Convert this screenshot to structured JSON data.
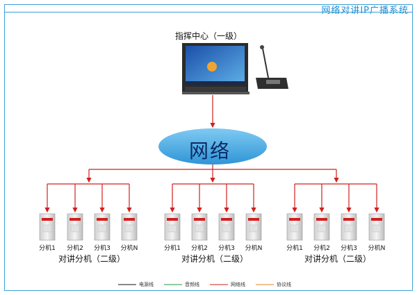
{
  "header": {
    "logo_main": "",
    "logo_sub": "",
    "system_title": "网络对讲IP广播系统"
  },
  "command_center": {
    "label": "指挥中心（一级）"
  },
  "network": {
    "label": "网络"
  },
  "groups": [
    {
      "label": "对讲分机（二级）",
      "units": [
        "分机1",
        "分机2",
        "分机3",
        "分机N"
      ]
    },
    {
      "label": "对讲分机（二级）",
      "units": [
        "分机1",
        "分机2",
        "分机3",
        "分机N"
      ]
    },
    {
      "label": "对讲分机（二级）",
      "units": [
        "分机1",
        "分机2",
        "分机3",
        "分机N"
      ]
    }
  ],
  "legend": [
    {
      "label": "电源线",
      "color": "#111111"
    },
    {
      "label": "音频线",
      "color": "#1a9e3a"
    },
    {
      "label": "网络线",
      "color": "#d21f1f"
    },
    {
      "label": "协议线",
      "color": "#e8821e"
    }
  ],
  "colors": {
    "accent": "#1e8fd6",
    "network_fill": "#4fb0e6",
    "link": "#d21f1f"
  }
}
